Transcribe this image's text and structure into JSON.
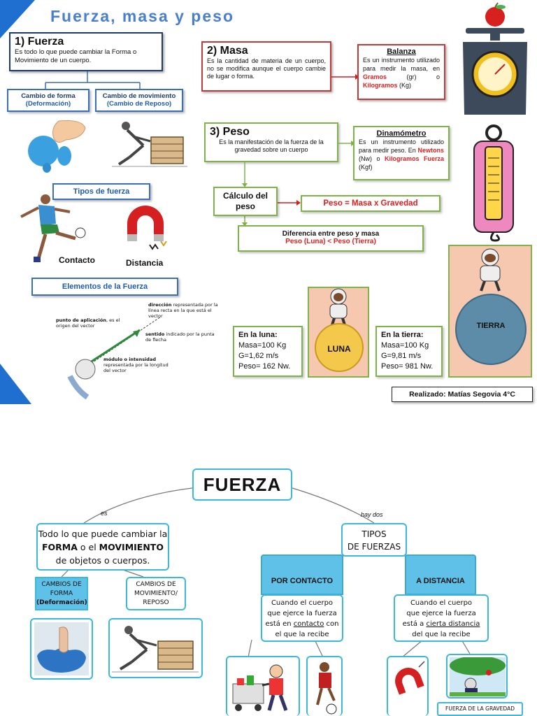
{
  "top": {
    "title": "Fuerza, masa y peso",
    "fuerza": {
      "heading": "1) Fuerza",
      "desc": "Es todo lo que puede cambiar la Forma o Movimiento de un cuerpo."
    },
    "cambio_forma": {
      "title": "Cambio de forma",
      "sub": "(Deformación)"
    },
    "cambio_movimiento": {
      "title": "Cambio de movimiento",
      "sub": "(Cambio de Reposo)"
    },
    "tipos_fuerza": "Tipos de fuerza",
    "contacto": "Contacto",
    "distancia": "Distancia",
    "elementos": "Elementos de la Fuerza",
    "vector": {
      "direccion_bold": "dirección",
      "direccion_rest": " representada por la línea recta en la que está el vector",
      "punto_bold": "punto de aplicación",
      "punto_rest": ", es el origen del vector",
      "sentido_bold": "sentido",
      "sentido_rest": " indicado por la punta de flecha",
      "modulo_bold": "módulo o intensidad",
      "modulo_rest": " representada por la longitud del vector"
    },
    "masa": {
      "heading": "2) Masa",
      "desc": "Es la cantidad de materia de un cuerpo, no se modifica aunque el cuerpo cambie de lugar o forma."
    },
    "balanza": {
      "title": "Balanza",
      "p1": "Es un instrumento utilizado para medir la masa, en ",
      "gramos": "Gramos",
      "p2": " (gr) o ",
      "kilogramos": "Kilogramos",
      "p3": " (Kg)"
    },
    "peso": {
      "heading": "3) Peso",
      "desc": "Es la manifestación de la fuerza de la gravedad sobre un cuerpo"
    },
    "dinamometro": {
      "title": "Dinamómetro",
      "p1": "Es un instrumento utilizado para medir peso. En ",
      "newtons": "Newtons",
      "p2": " (Nw) o ",
      "kgf": "Kilogramos Fuerza",
      "p3": " (Kgf)"
    },
    "calculo": "Cálculo del peso",
    "formula": "Peso = Masa x Gravedad",
    "diferencia": {
      "title": "Diferencia entre peso y masa",
      "sub": "Peso (Luna)  < Peso (Tierra)"
    },
    "luna_box": {
      "title": "En la luna:",
      "l1": "Masa=100 Kg",
      "l2": "G=1,62 m/s",
      "l3": "Peso= 162 Nw."
    },
    "tierra_box": {
      "title": "En la tierra:",
      "l1": "Masa=100 Kg",
      "l2": "G=9,81 m/s",
      "l3": "Peso= 981 Nw."
    },
    "luna_label": "LUNA",
    "tierra_label": "TIERRA",
    "credit": "Realizado: Matías Segovia 4°C"
  },
  "bottom": {
    "title": "FUERZA",
    "es": "es",
    "hay_dos": "hay dos",
    "desc_l1": "Todo lo que puede cambiar la",
    "desc_forma": "FORMA",
    "desc_o": " o el ",
    "desc_mov": "MOVIMIENTO",
    "desc_l3": "de objetos o cuerpos.",
    "cambios_forma": {
      "l1": "CAMBIOS DE",
      "l2": "FORMA",
      "l3": "(Deformación)"
    },
    "cambios_mov": {
      "l1": "CAMBIOS DE",
      "l2": "MOVIMIENTO/",
      "l3": "REPOSO"
    },
    "tipos": {
      "l1": "TIPOS",
      "l2": "DE FUERZAS"
    },
    "por_contacto": "POR CONTACTO",
    "a_distancia": "A DISTANCIA",
    "contacto_desc": {
      "a": "Cuando el cuerpo",
      "b": "que ejerce la fuerza",
      "c1": "está en ",
      "c2": "contacto",
      "c3": " con",
      "d": "el que la recibe"
    },
    "distancia_desc": {
      "a": "Cuando el cuerpo",
      "b": "que ejerce la fuerza",
      "c1": "está a ",
      "c2": "cierta distancia",
      "d": "del que la recibe"
    },
    "gravedad": "FUERZA DE LA GRAVEDAD"
  },
  "colors": {
    "title_blue": "#4a7fcf",
    "navy": "#1f3a6e",
    "red": "#e02020",
    "green": "#7fb34a",
    "cyan": "#3db8d8",
    "header_blue": "#5fc0e8"
  }
}
